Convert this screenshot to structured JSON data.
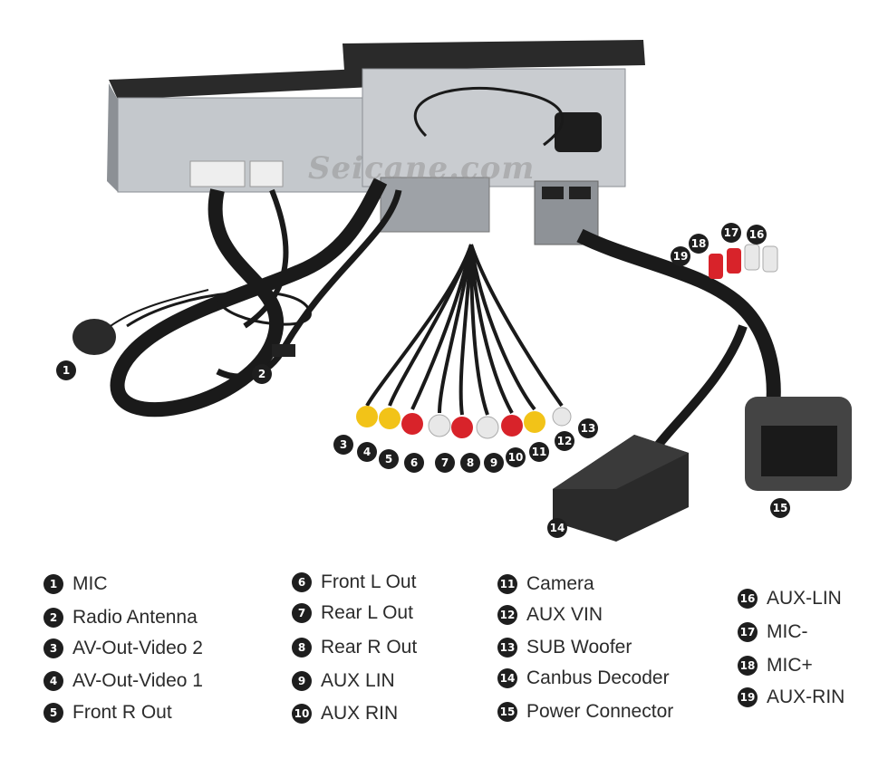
{
  "watermark": "Seicane.com",
  "callouts": [
    "1",
    "2",
    "3",
    "4",
    "5",
    "6",
    "7",
    "8",
    "9",
    "10",
    "11",
    "12",
    "13",
    "14",
    "15",
    "16",
    "17",
    "18",
    "19"
  ],
  "legend": [
    {
      "num": "1",
      "label": "MIC"
    },
    {
      "num": "2",
      "label": "Radio Antenna"
    },
    {
      "num": "3",
      "label": "AV-Out-Video 2"
    },
    {
      "num": "4",
      "label": "AV-Out-Video 1"
    },
    {
      "num": "5",
      "label": "Front R Out"
    },
    {
      "num": "6",
      "label": "Front L Out"
    },
    {
      "num": "7",
      "label": "Rear L Out"
    },
    {
      "num": "8",
      "label": "Rear R Out"
    },
    {
      "num": "9",
      "label": "AUX LIN"
    },
    {
      "num": "10",
      "label": "AUX RIN"
    },
    {
      "num": "11",
      "label": "Camera"
    },
    {
      "num": "12",
      "label": "AUX VIN"
    },
    {
      "num": "13",
      "label": "SUB Woofer"
    },
    {
      "num": "14",
      "label": "Canbus Decoder"
    },
    {
      "num": "15",
      "label": "Power Connector"
    },
    {
      "num": "16",
      "label": "AUX-LIN"
    },
    {
      "num": "17",
      "label": "MIC-"
    },
    {
      "num": "18",
      "label": "MIC+"
    },
    {
      "num": "19",
      "label": "AUX-RIN"
    }
  ],
  "colors": {
    "badge": "#1e1e1e",
    "cable": "#1a1a1a",
    "rca_red": "#d8232a",
    "rca_yellow": "#f2c318",
    "rca_white": "#e8e8e8",
    "chassis": "#c9ccd0"
  }
}
